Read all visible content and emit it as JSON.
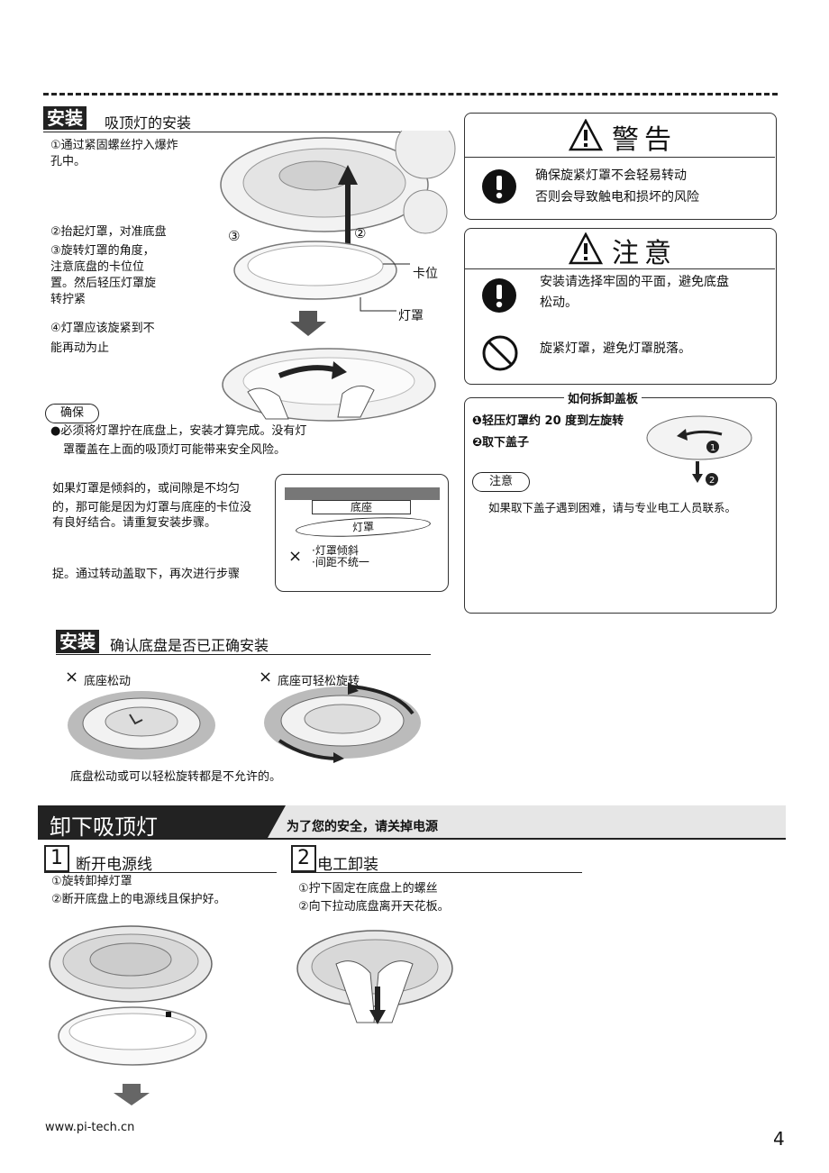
{
  "install1": {
    "tag": "安装",
    "title": "吸顶灯的安装",
    "step1": "①通过紧固螺丝拧入爆炸孔中。",
    "step2": "②抬起灯罩，对准底盘",
    "step3": "③旋转灯罩的角度，注意底盘的卡位位置。然后轻压灯罩旋转拧紧",
    "step4a": "④灯罩应该旋紧到不",
    "step4b": "能再动为止",
    "label_kawei": "卡位",
    "label_dengzhao": "灯罩",
    "label_c3": "③",
    "label_c2": "②",
    "ensure_badge": "确保",
    "ensure_text1": "●必须将灯罩拧在底盘上，安装才算完成。没有灯",
    "ensure_text2": "罩覆盖在上面的吸顶灯可能带来安全风险。",
    "tilt_text1": "如果灯罩是倾斜的，或间隙是不均匀",
    "tilt_text2": "的，那可能是因为灯罩与底座的卡位没",
    "tilt_text3": "有良好结合。请重复安装步骤。",
    "catch_text": "捉。通过转动盖取下，再次进行步骤",
    "diagram": {
      "base": "底座",
      "cover": "灯罩",
      "x_mark": "×",
      "note1": "·灯罩倾斜",
      "note2": "·间距不统一"
    }
  },
  "warning": {
    "title": "警告",
    "line1": "确保旋紧灯罩不会轻易转动",
    "line2": "否则会导致触电和损坏的风险"
  },
  "caution": {
    "title": "注意",
    "line1": "安装请选择牢固的平面，避免底盘",
    "line2": "松动。",
    "line3": "旋紧灯罩，避免灯罩脱落。"
  },
  "remove_cover": {
    "title": "如何拆卸盖板",
    "step1": "❶轻压灯罩约 20 度到左旋转",
    "step2": "❷取下盖子",
    "badge": "注意",
    "note": "如果取下盖子遇到困难，请与专业电工人员联系。"
  },
  "install2": {
    "tag": "安装",
    "title": "确认底盘是否已正确安装",
    "left_label": "底座松动",
    "right_label": "底座可轻松旋转",
    "x_mark": "×",
    "bottom_text": "底盘松动或可以轻松旋转都是不允许的。"
  },
  "uninstall": {
    "header": "卸下吸顶灯",
    "subheader": "为了您的安全，请关掉电源",
    "s1_num": "1",
    "s1_title": "断开电源线",
    "s1_step1": "①旋转卸掉灯罩",
    "s1_step2": "②断开底盘上的电源线且保护好。",
    "s2_num": "2",
    "s2_title": "电工卸装",
    "s2_step1": "①拧下固定在底盘上的螺丝",
    "s2_step2": "②向下拉动底盘离开天花板。"
  },
  "footer": {
    "url": "www.pi-tech.cn",
    "page": "4"
  }
}
